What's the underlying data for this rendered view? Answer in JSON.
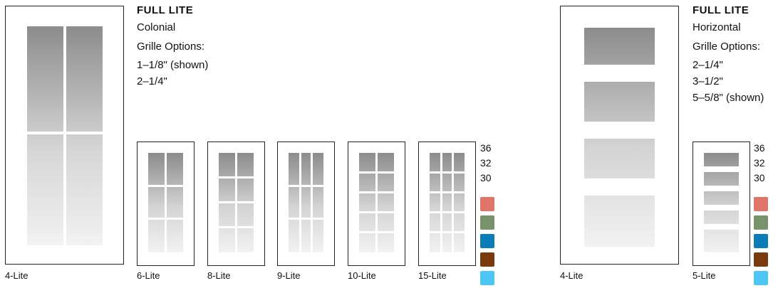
{
  "left": {
    "title": "FULL LITE",
    "style": "Colonial",
    "options_label": "Grille Options:",
    "options": [
      "1–1/8\" (shown)",
      "2–1/4\""
    ],
    "main_caption": "4-Lite",
    "thumbs": [
      "6-Lite",
      "8-Lite",
      "9-Lite",
      "10-Lite",
      "15-Lite"
    ],
    "sizes": [
      "36",
      "32",
      "30"
    ]
  },
  "right": {
    "title": "FULL LITE",
    "style": "Horizontal",
    "options_label": "Grille Options:",
    "options": [
      "2–1/4\"",
      "3–1/2\"",
      "5–5/8\" (shown)"
    ],
    "main_caption": "4-Lite",
    "thumbs": [
      "5-Lite"
    ],
    "sizes": [
      "36",
      "32",
      "30"
    ]
  },
  "swatch_colors": [
    "#e07468",
    "#76936a",
    "#0b7cb8",
    "#7a3a0c",
    "#4cc6f4"
  ]
}
